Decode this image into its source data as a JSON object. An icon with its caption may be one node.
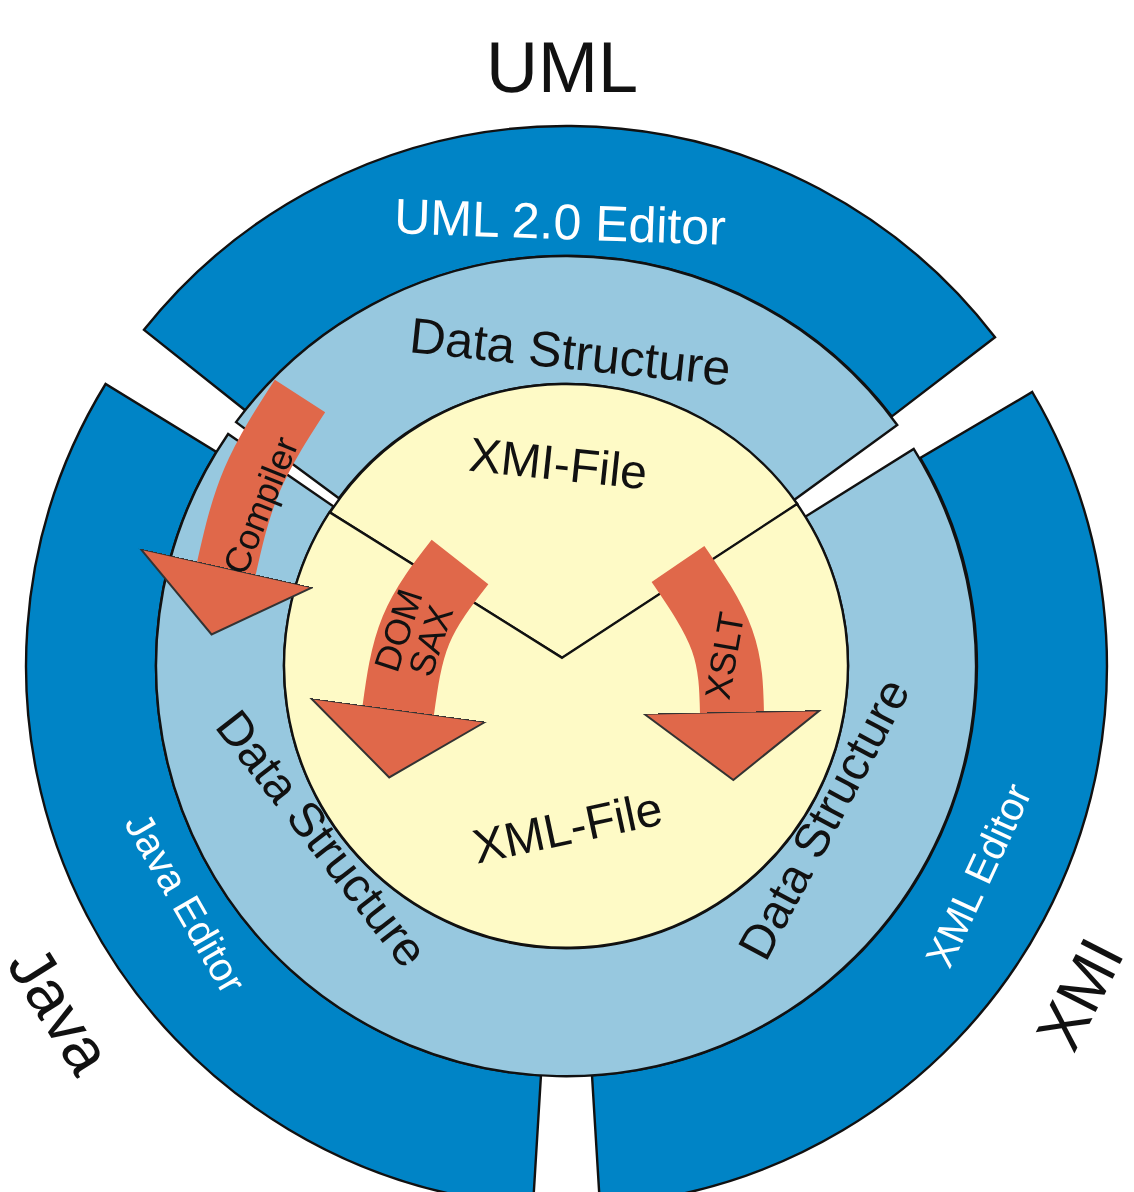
{
  "diagram": {
    "nodes": [
      {
        "text": [
          "UML 2.0 Editor"
        ],
        "beside": [
          "UML"
        ]
      },
      {
        "text": [
          "Java Editor"
        ],
        "beside": [
          "Java"
        ]
      },
      {
        "text": [
          "XML Editor"
        ],
        "beside": [
          "XMI"
        ]
      },
      {
        "text": [
          "Data Structure"
        ]
      },
      {
        "text": [
          "Data Structure",
          "Data Structure"
        ]
      },
      {
        "text": [
          "XMI-File"
        ]
      },
      {
        "text": [
          "XML-File"
        ]
      }
    ],
    "edges": [
      {
        "from": 3,
        "to": 4,
        "arrow": "to",
        "label": "Compiler"
      },
      {
        "from": 5,
        "to": 6,
        "arrow": "to",
        "label": "DOM SAX"
      },
      {
        "from": 5,
        "to": 6,
        "arrow": "to",
        "label": "XSLT"
      }
    ]
  }
}
